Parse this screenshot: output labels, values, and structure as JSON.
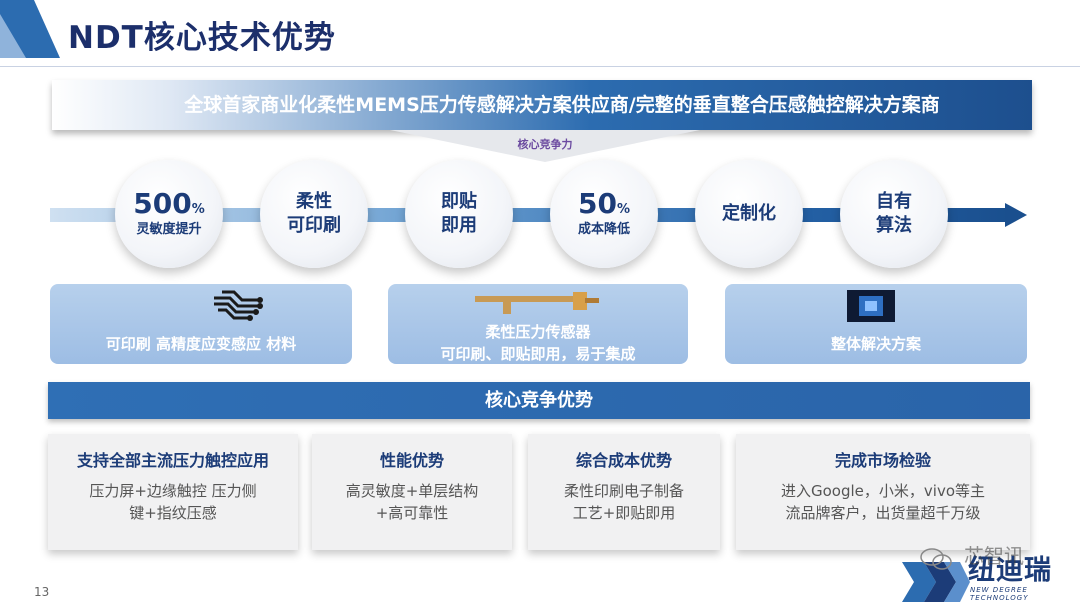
{
  "header": {
    "title": "NDT核心技术优势"
  },
  "banner": {
    "text": "全球首家商业化柔性MEMS压力传感解决方案供应商/完整的垂直整合压感触控解决方案商"
  },
  "core_label": "核心竞争力",
  "circles": [
    {
      "big": "500",
      "unit": "%",
      "small": "灵敏度提升"
    },
    {
      "line1": "柔性",
      "line2": "可印刷"
    },
    {
      "line1": "即贴",
      "line2": "即用"
    },
    {
      "big": "50",
      "unit": "%",
      "small": "成本降低"
    },
    {
      "line1": "定制化"
    },
    {
      "line1": "自有",
      "line2": "算法"
    }
  ],
  "features": [
    {
      "lines": [
        "可印刷 高精度应变感应 材料"
      ]
    },
    {
      "lines": [
        "柔性压力传感器",
        "可印刷、即贴即用，易于集成"
      ]
    },
    {
      "lines": [
        "整体解决方案"
      ]
    }
  ],
  "section": {
    "title": "核心竞争优势"
  },
  "cards": [
    {
      "title": "支持全部主流压力触控应用",
      "text": [
        "压力屏+边缘触控 压力侧",
        "键+指纹压感"
      ]
    },
    {
      "title": "性能优势",
      "text": [
        "高灵敏度+单层结构",
        "+高可靠性"
      ]
    },
    {
      "title": "综合成本优势",
      "text": [
        "柔性印刷电子制备",
        "工艺+即贴即用"
      ]
    },
    {
      "title": "完成市场检验",
      "text": [
        "进入Google，小米，vivo等主",
        "流品牌客户，出货量超千万级"
      ]
    }
  ],
  "footer": {
    "page_number": "13",
    "logo_text": "纽迪瑞",
    "logo_sub": "NEW DEGREE TECHNOLOGY",
    "watermark": "芯智讯"
  },
  "colors": {
    "primary": "#1c3c78",
    "accent": "#2c6cb0",
    "light": "#b7d0ec"
  }
}
